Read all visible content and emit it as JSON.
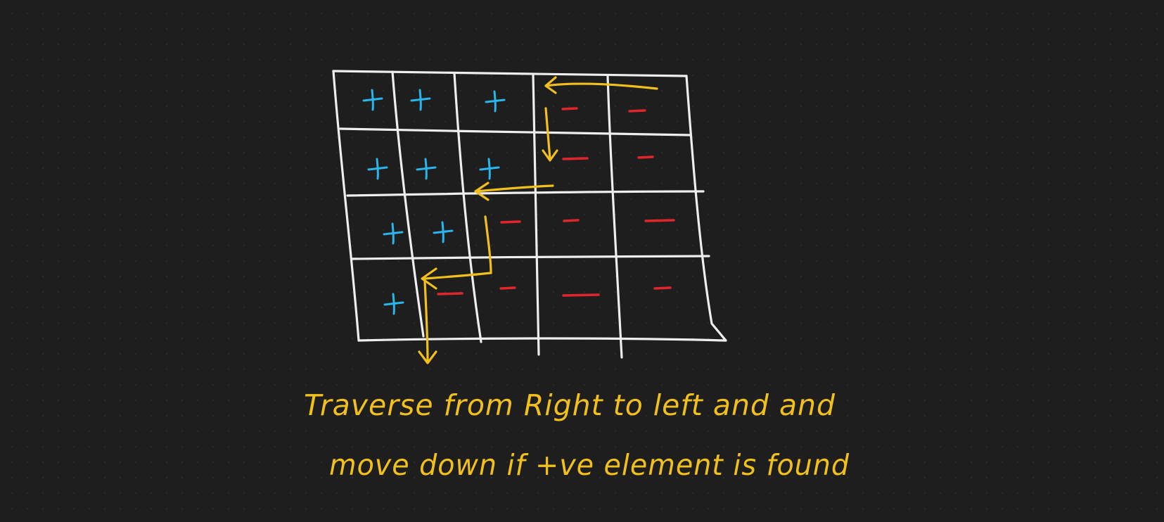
{
  "canvas": {
    "background": "#1e1e1e",
    "dot_color": "#2c2c2c"
  },
  "colors": {
    "grid": "#eeeeee",
    "positive": "#2ab5ec",
    "negative": "#e0262b",
    "path": "#f2c01c"
  },
  "matrix": {
    "rows": [
      [
        "+",
        "+",
        "+",
        "-",
        "-"
      ],
      [
        "+",
        "+",
        "+",
        "-",
        "-"
      ],
      [
        "+",
        "+",
        "-",
        "-",
        "-"
      ],
      [
        "+",
        "-",
        "-",
        "-",
        "-"
      ]
    ]
  },
  "traversal": {
    "direction": "right-to-left, then down",
    "icon": "arrow-icon"
  },
  "caption": {
    "line1": "Traverse from Right to left and and",
    "line2": "move down if +ve element is found"
  }
}
